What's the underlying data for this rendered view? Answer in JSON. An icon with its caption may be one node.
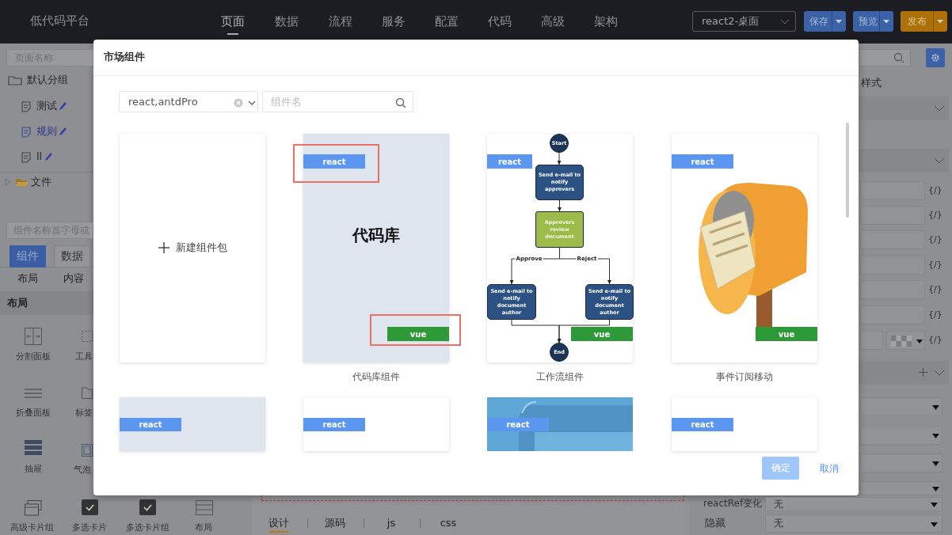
{
  "diagram": {
    "nodes": [
      {
        "text": [
          "Start"
        ]
      },
      {
        "text": [
          "Send e-mail to notify approvers"
        ]
      },
      {
        "text": [
          "Approvers review document"
        ]
      },
      {
        "text": [
          "Send e-mail to notify document author"
        ]
      },
      {
        "text": [
          "Send e-mail to notify document author"
        ]
      },
      {
        "text": [
          "End"
        ]
      }
    ],
    "edges": [
      {
        "from": 0,
        "to": 1,
        "arrow": "to"
      },
      {
        "from": 1,
        "to": 2,
        "arrow": "to"
      },
      {
        "from": 2,
        "to": 3,
        "arrow": "to",
        "label": "Approve"
      },
      {
        "from": 2,
        "to": 4,
        "arrow": "to",
        "label": "Reject"
      },
      {
        "from": 3,
        "to": 5,
        "arrow": "to"
      },
      {
        "from": 4,
        "to": 5,
        "arrow": "to"
      }
    ],
    "labels": [
      "低代码平台",
      "页面",
      "数据",
      "流程",
      "服务",
      "配置",
      "代码",
      "高级",
      "架构",
      "react2-桌面",
      "保存",
      "预览",
      "发布",
      "页面名称",
      "市场组件",
      "默认分组",
      "样式",
      "测试",
      "react,antdPro",
      "组件名",
      "规则",
      "ll",
      "文件",
      "新建组件包",
      "react",
      "代码库",
      "vue",
      "react",
      "vue",
      "react",
      "vue",
      "{/}",
      "{/}",
      "{/}",
      "{/}",
      "{/}",
      "{/}",
      "{/}",
      "组件名称首字母或",
      "组件",
      "数据",
      "布局",
      "内容",
      "布局",
      "分割面板",
      "工具",
      "代码库组件",
      "工作流组件",
      "事件订阅移动",
      "折叠面板",
      "标签",
      "react",
      "react",
      "react",
      "react",
      "抽屉",
      "气泡",
      "确定",
      "取消",
      "reactRef变化",
      "无",
      "高级卡片组",
      "多选卡片",
      "多选卡片组",
      "布局",
      "设计",
      "源码",
      "js",
      "css",
      "隐藏",
      "无"
    ]
  }
}
